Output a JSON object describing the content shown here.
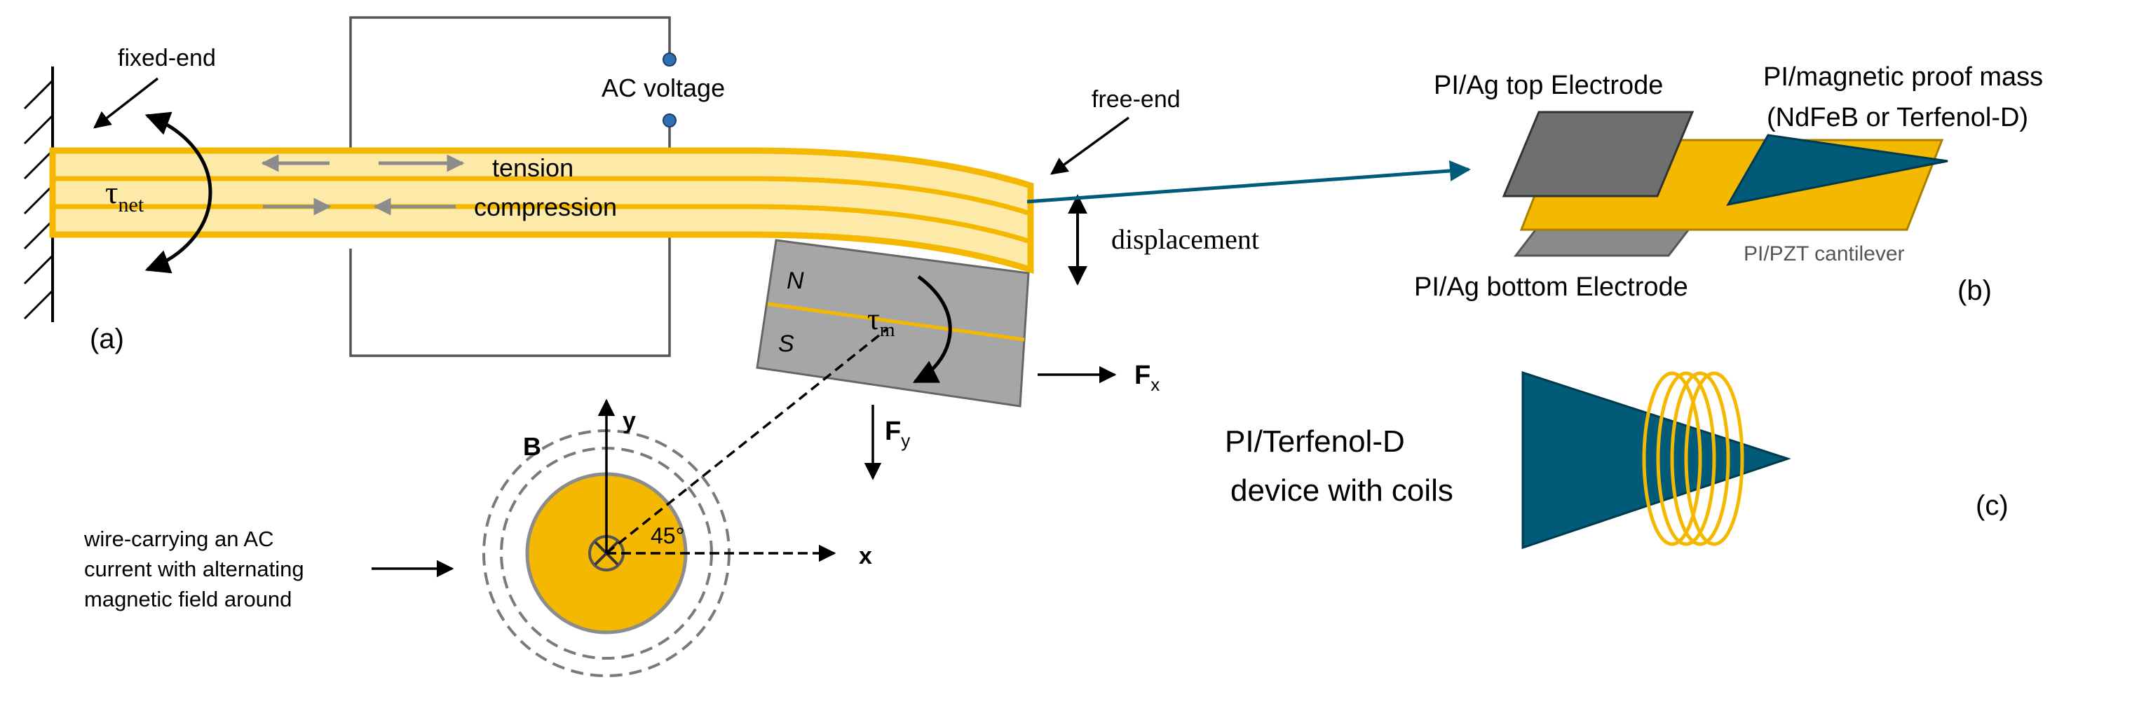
{
  "labels": {
    "fixed_end": "fixed-end",
    "ac_voltage": "AC voltage",
    "free_end": "free-end",
    "tension": "tension",
    "compression": "compression",
    "tau_net_symbol": "τ",
    "tau_net_sub": "net",
    "tau_m_symbol": "τ",
    "tau_m_sub": "m",
    "displacement": "displacement",
    "pole_n": "N",
    "pole_s": "S",
    "fx": "F",
    "fx_sub": "x",
    "fy": "F",
    "fy_sub": "y",
    "axis_y": "y",
    "axis_x": "x",
    "field_b": "B",
    "angle": "45°",
    "wire_line1": "wire-carrying an AC",
    "wire_line2": "current with alternating",
    "wire_line3": "magnetic field around",
    "panel_a": "(a)",
    "panel_b": "(b)",
    "panel_c": "(c)",
    "top_electrode": "PI/Ag top Electrode",
    "proof_mass_line1": "PI/magnetic proof mass",
    "proof_mass_line2": "(NdFeB or Terfenol-D)",
    "pzt_cantilever": "PI/PZT cantilever",
    "bottom_electrode": "PI/Ag bottom Electrode",
    "device_line1": "PI/Terfenol-D",
    "device_line2": "device with coils"
  },
  "colors": {
    "beam_fill": "#fde9a8",
    "beam_stroke": "#f5b800",
    "gold": "#f5b800",
    "teal": "#005a78",
    "magnet": "#a6a6a6",
    "electrode": "#6f6f6f",
    "arrow_gray": "#8c8c8c",
    "wire_fill": "#f5b800"
  }
}
